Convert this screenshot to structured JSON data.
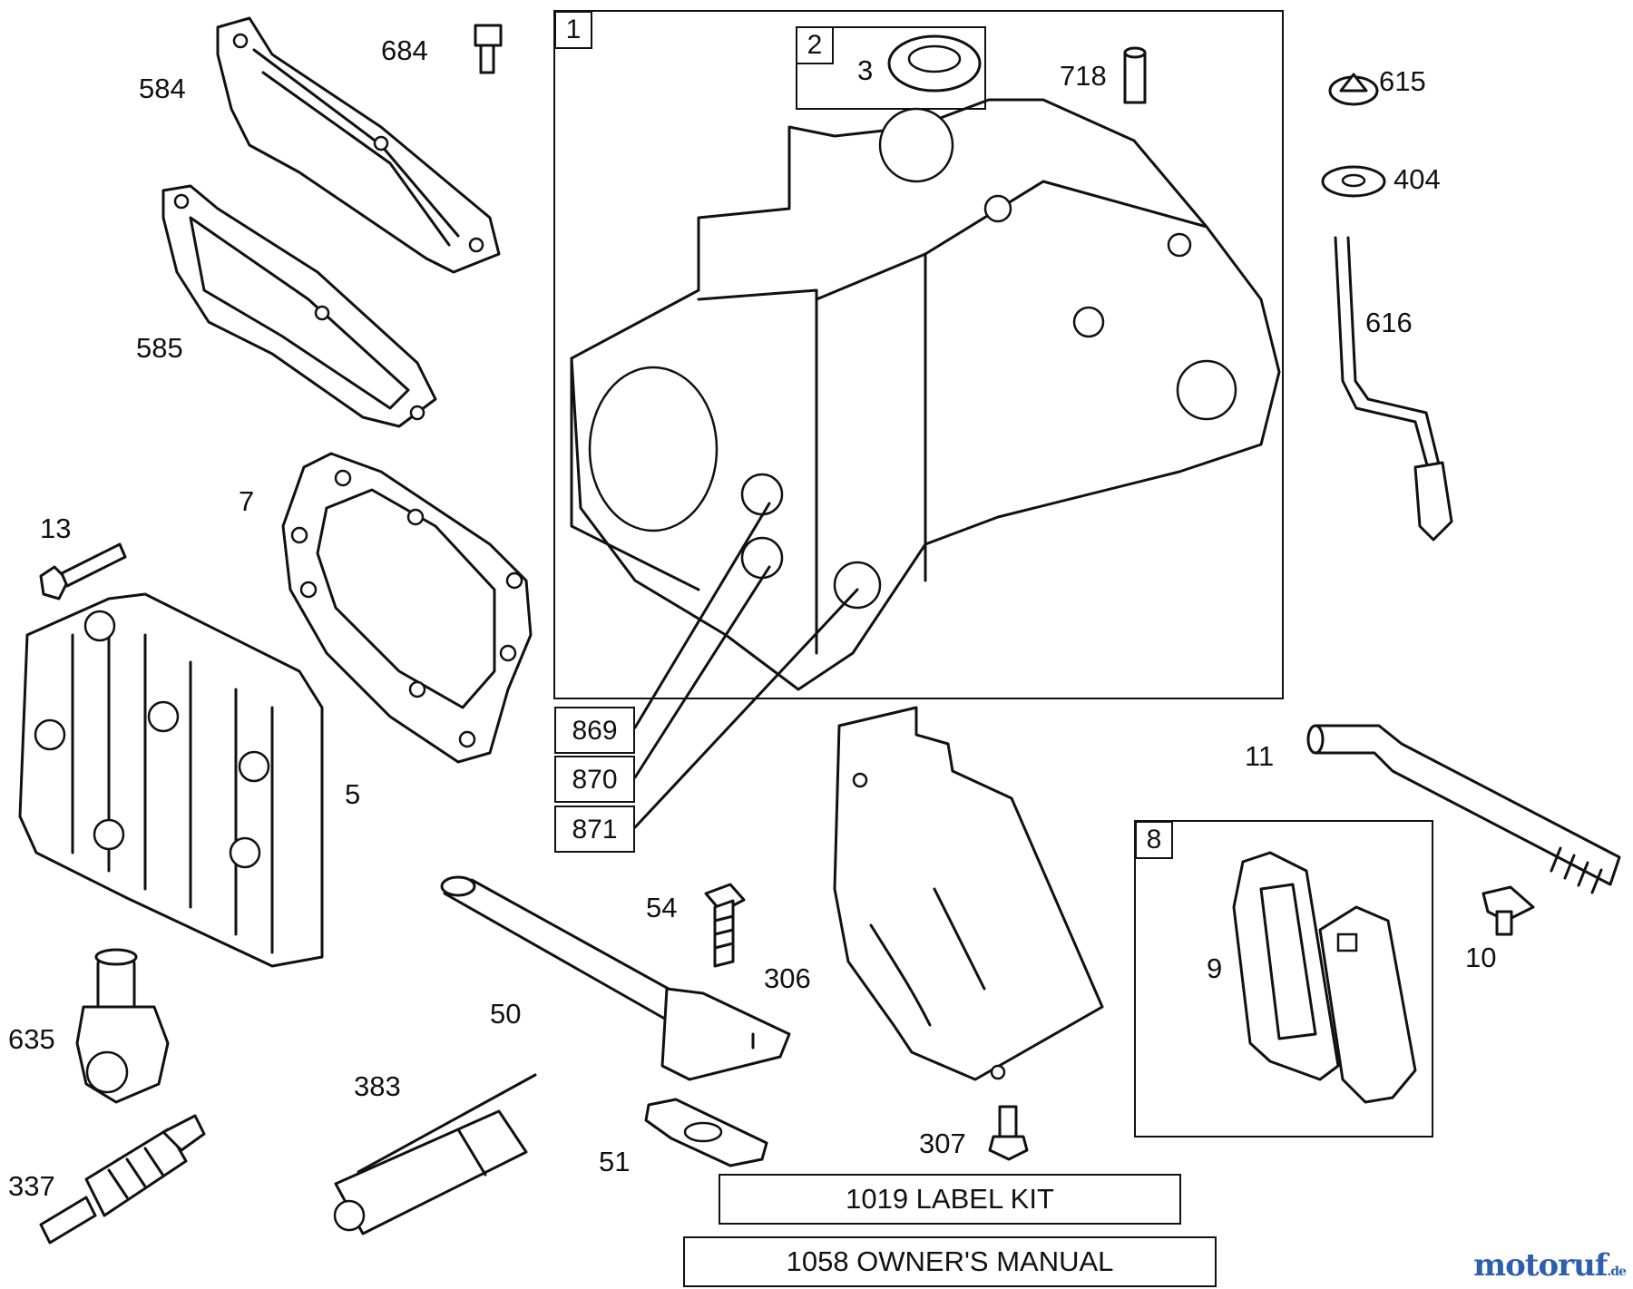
{
  "title": "",
  "parts": {
    "p584": "584",
    "p684": "684",
    "p585": "585",
    "p7": "7",
    "p13": "13",
    "p5": "5",
    "p635": "635",
    "p337": "337",
    "p383": "383",
    "p50": "50",
    "p51": "51",
    "p54": "54",
    "p306": "306",
    "p307": "307",
    "p1": "1",
    "p2": "2",
    "p3": "3",
    "p718": "718",
    "p615": "615",
    "p404": "404",
    "p616": "616",
    "p11": "11",
    "p8": "8",
    "p9": "9",
    "p10": "10"
  },
  "reference_table": [
    "869",
    "870",
    "871"
  ],
  "notes": {
    "label_kit": "1019 LABEL KIT",
    "owners_manual": "1058 OWNER'S MANUAL"
  },
  "watermark": {
    "text": "motoruf",
    "suffix": ".de"
  }
}
